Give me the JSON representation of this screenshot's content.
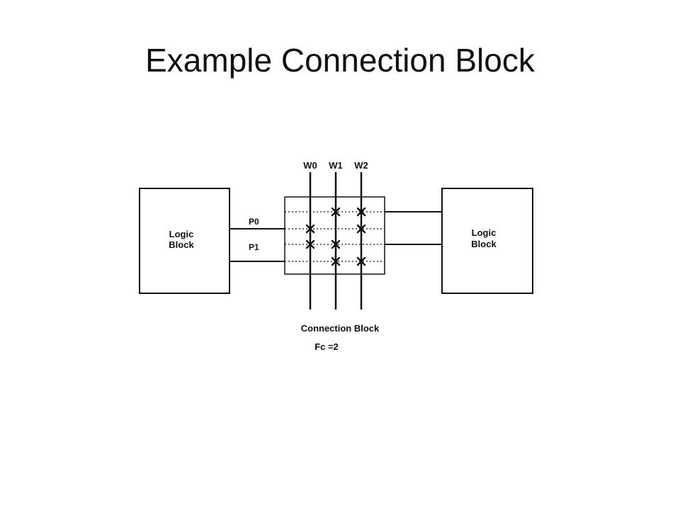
{
  "title": "Example Connection Block",
  "left_block": {
    "line1": "Logic",
    "line2": "Block"
  },
  "right_block": {
    "line1": "Logic",
    "line2": "Block"
  },
  "wires": [
    "W0",
    "W1",
    "W2"
  ],
  "pins": [
    "P0",
    "P1"
  ],
  "caption": "Connection Block",
  "fc_label": "Fc =2"
}
